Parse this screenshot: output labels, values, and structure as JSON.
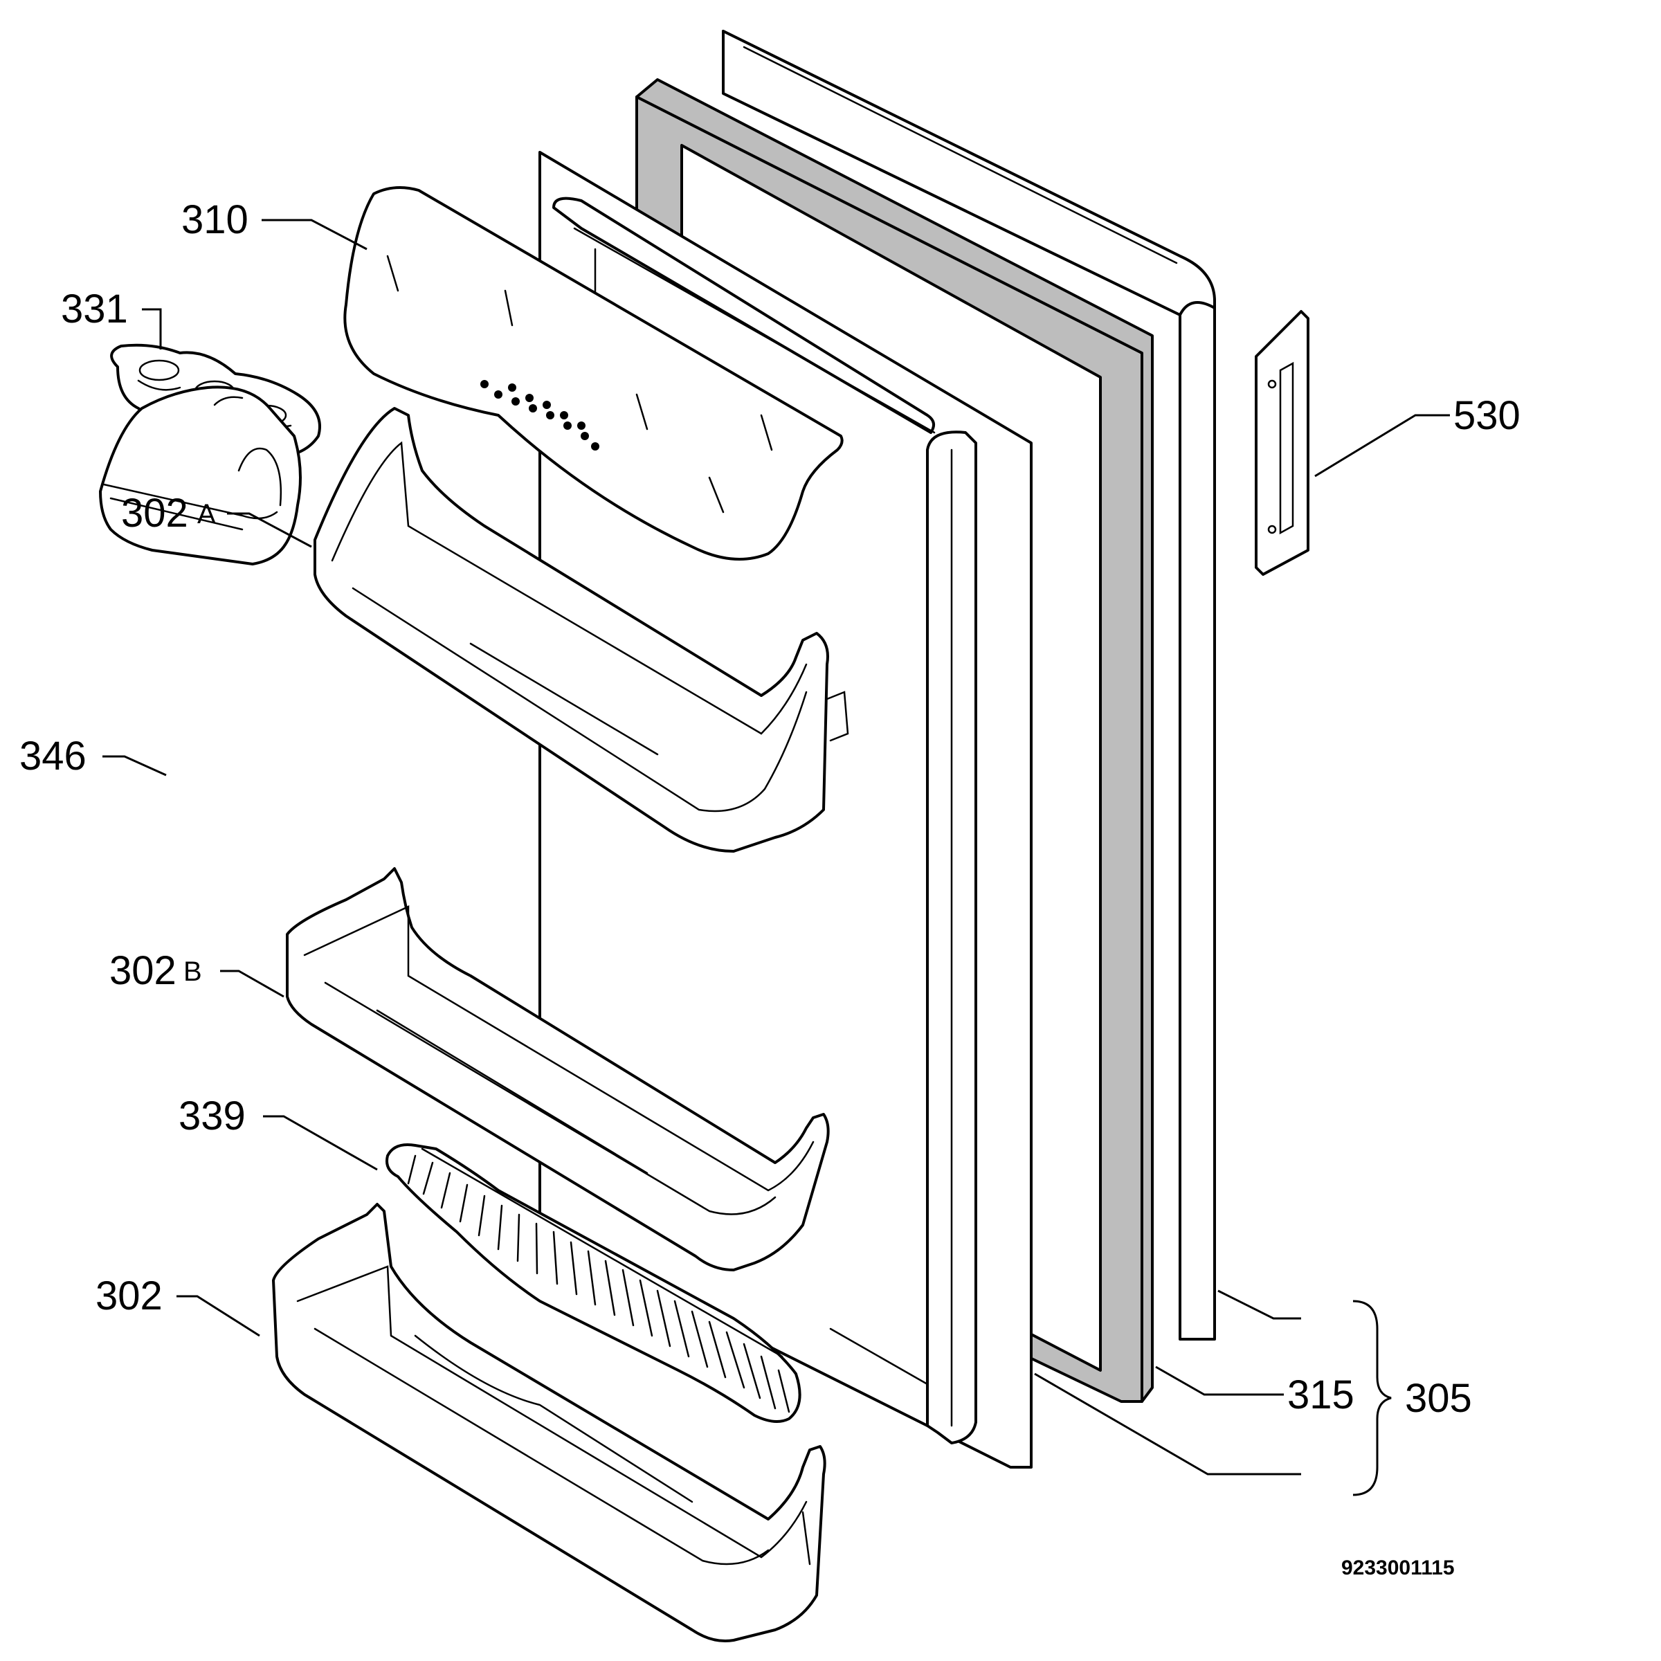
{
  "labels": {
    "p310": "310",
    "p331": "331",
    "p302a_num": "302",
    "p302a_suffix": "A",
    "p346": "346",
    "p302b_num": "302",
    "p302b_suffix": "B",
    "p339": "339",
    "p302": "302",
    "p530": "530",
    "p315": "315",
    "p305": "305"
  },
  "drawing_code": "9233001115"
}
